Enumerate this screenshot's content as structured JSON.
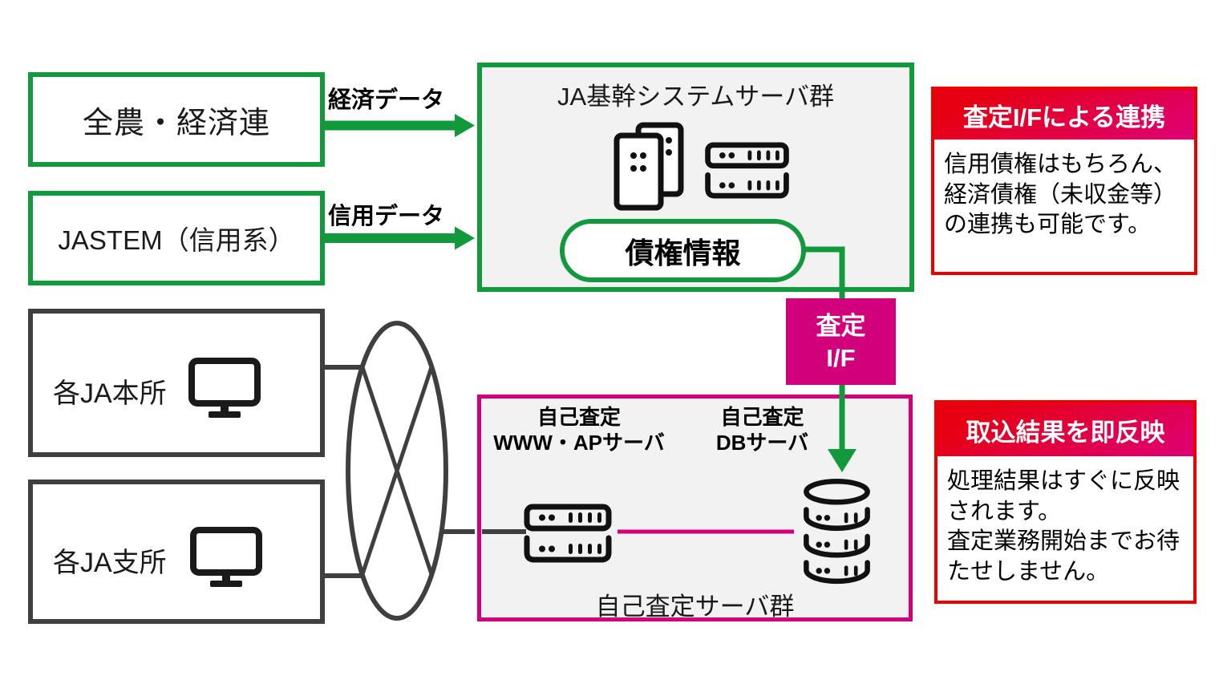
{
  "colors": {
    "green": "#12993c",
    "magenta": "#d2007b",
    "callout_border_red": "#ee0000",
    "callout_header_gradient_start": "#e60011",
    "callout_header_gradient_end": "#de0070",
    "panel_fill": "#f2f2f2",
    "line_gray": "#3f3f3f",
    "icon_black": "#111111"
  },
  "sources": {
    "zennoh": "全農・経済連",
    "jastem": "JASTEM（信用系）"
  },
  "flows": {
    "economic": "経済データ",
    "credit": "信用データ"
  },
  "core": {
    "title": "JA基幹システムサーバ群",
    "pill": "債権情報"
  },
  "interface_badge": {
    "line1": "査定",
    "line2": "I/F"
  },
  "assessment": {
    "ap_line1": "自己査定",
    "ap_line2": "WWW・APサーバ",
    "db_line1": "自己査定",
    "db_line2": "DBサーバ",
    "title": "自己査定サーバ群"
  },
  "clients": {
    "honjo": "各JA本所",
    "shisho": "各JA支所"
  },
  "callouts": [
    {
      "title": "査定I/Fによる連携",
      "body": "信用債権はもちろん、経済債権（未収金等）の連携も可能です。"
    },
    {
      "title": "取込結果を即反映",
      "body": "処理結果はすぐに反映されます。\n査定業務開始までお待たせしません。"
    }
  ],
  "icons": {
    "tower_server": "tower-server-icon",
    "rack_server": "rack-server-icon",
    "database": "database-icon",
    "monitor": "monitor-icon",
    "network": "network-cloud-ellipse"
  }
}
